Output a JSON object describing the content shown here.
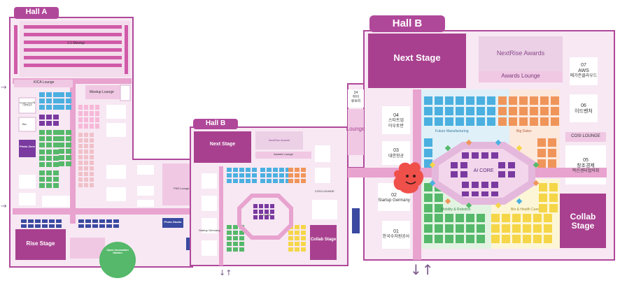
{
  "colors": {
    "frame": "#b0489a",
    "hall_fill": "#f7e8f3",
    "corridor": "#e8a3cf",
    "dark_block": "#a8408f",
    "pale_block": "#ebd0e6",
    "blue_booth": "#4bb0e0",
    "green_booth": "#55b86a",
    "orange_booth": "#f0955a",
    "yellow_booth": "#f5d648",
    "purple_booth": "#7a3aa0",
    "aicore": "#e4b8dc"
  },
  "hall_a": {
    "tab": "Hall A",
    "meetup": "1:1 Meetup",
    "kica": "KICA Lounge",
    "meetup_lounge": "Meetup Lounge",
    "booth_a1": "Google Cloud 메디엔솔로지",
    "booth_a2": "Bio",
    "photo": "Photo Zone",
    "rise": "Rise Stage",
    "open_innovation": "Open Innovation Station",
    "photo_studio": "Photo Studio"
  },
  "hall_b_small": {
    "tab": "Hall B",
    "next": "Next Stage",
    "nextrise": "NextRise Awards",
    "awards": "Awards Lounge",
    "collab": "Collab Stage",
    "aicore": "AI CORE",
    "startup_germany": "Startup Germany",
    "fns": "FNS Lounge",
    "cosi": "COSI LOUNGE"
  },
  "hall_b_big": {
    "tab": "Hall B",
    "next": "Next Stage",
    "nextrise": "NextRise Awards",
    "awards": "Awards Lounge",
    "aws_no": "07",
    "aws": "AWS",
    "aws_sub": "메가존클라우드",
    "idv_no": "06",
    "idv": "이드벤처",
    "cosi": "COSI LOUNGE",
    "ccei_no": "05",
    "ccei": "창조경제",
    "ccei_sub": "혁신센터협의회",
    "collab": "Collab Stage",
    "s24_no": "24",
    "s24": "하이",
    "s24_sub": "큐브리",
    "lounge": "Lounge",
    "b04_no": "04",
    "b04": "스타트업",
    "b04_sub": "아우토반",
    "b03_no": "03",
    "b03": "대한항공",
    "b02_no": "02",
    "b02": "Startup Germany",
    "b01_no": "01",
    "b01": "한국수자원공사",
    "future": "Future Manufacturing",
    "bigdata": "Big Data+",
    "aicore": "AI CORE",
    "mobility": "Mobility & Robotics",
    "bio": "Bio & Health Care"
  },
  "exits": {
    "arrows": "↓↑",
    "side": "→"
  }
}
